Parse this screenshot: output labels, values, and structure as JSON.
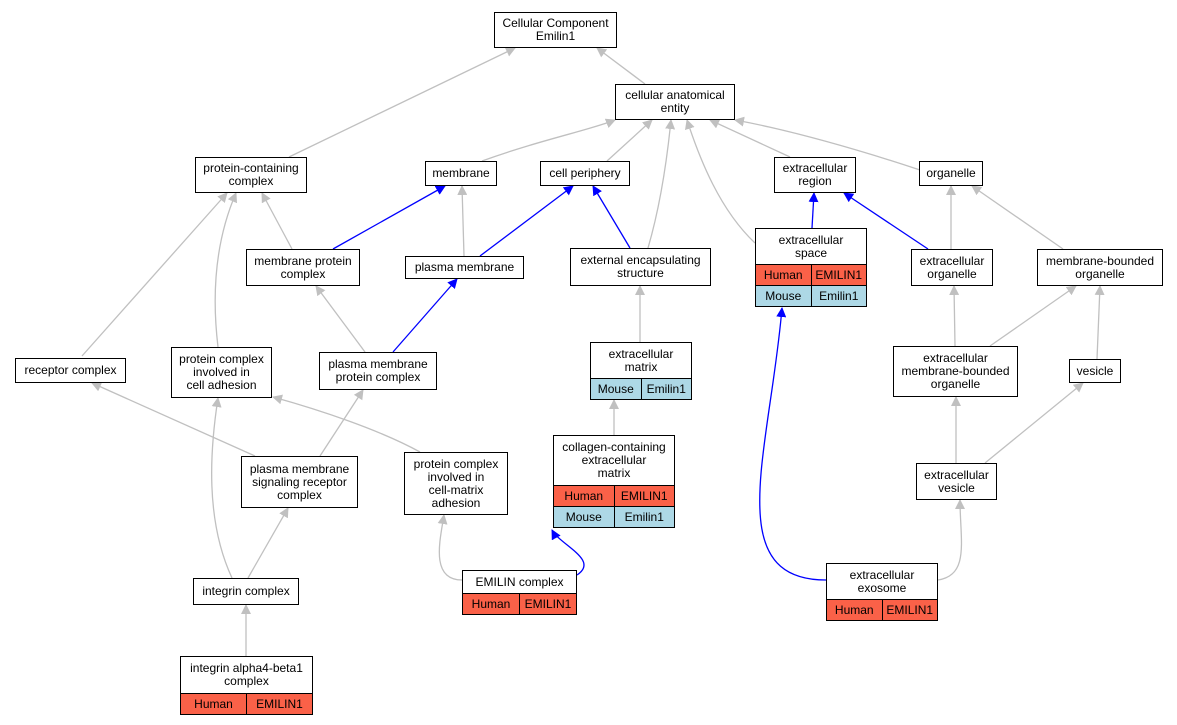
{
  "colors": {
    "human": "#fa6148",
    "mouse": "#add8e6",
    "edge_plain": "#c0c0c0",
    "edge_highlight": "#0000ff"
  },
  "nodes": {
    "root": {
      "label": "Cellular Component\nEmilin1"
    },
    "cellular_anatomical_entity": {
      "label": "cellular anatomical\nentity"
    },
    "protein_containing_complex": {
      "label": "protein-containing\ncomplex"
    },
    "membrane": {
      "label": "membrane"
    },
    "cell_periphery": {
      "label": "cell periphery"
    },
    "extracellular_region": {
      "label": "extracellular\nregion"
    },
    "organelle": {
      "label": "organelle"
    },
    "membrane_protein_complex": {
      "label": "membrane protein\ncomplex"
    },
    "plasma_membrane": {
      "label": "plasma membrane"
    },
    "external_encapsulating_structure": {
      "label": "external encapsulating\nstructure"
    },
    "extracellular_space": {
      "label": "extracellular\nspace",
      "rows": [
        {
          "species": "Human",
          "gene": "EMILIN1"
        },
        {
          "species": "Mouse",
          "gene": "Emilin1"
        }
      ]
    },
    "extracellular_organelle": {
      "label": "extracellular\norganelle"
    },
    "membrane_bounded_organelle": {
      "label": "membrane-bounded\norganelle"
    },
    "receptor_complex": {
      "label": "receptor complex"
    },
    "protein_complex_cell_adhesion": {
      "label": "protein complex\ninvolved in\ncell adhesion"
    },
    "plasma_membrane_protein_complex": {
      "label": "plasma membrane\nprotein complex"
    },
    "extracellular_matrix": {
      "label": "extracellular\nmatrix",
      "rows": [
        {
          "species": "Mouse",
          "gene": "Emilin1"
        }
      ]
    },
    "extracellular_membrane_bounded_organelle": {
      "label": "extracellular\nmembrane-bounded\norganelle"
    },
    "vesicle": {
      "label": "vesicle"
    },
    "collagen_containing_ecm": {
      "label": "collagen-containing\nextracellular\nmatrix",
      "rows": [
        {
          "species": "Human",
          "gene": "EMILIN1"
        },
        {
          "species": "Mouse",
          "gene": "Emilin1"
        }
      ]
    },
    "pm_signaling_receptor_complex": {
      "label": "plasma membrane\nsignaling receptor\ncomplex"
    },
    "protein_complex_cell_matrix_adhesion": {
      "label": "protein complex\ninvolved in\ncell-matrix\nadhesion"
    },
    "extracellular_vesicle": {
      "label": "extracellular\nvesicle"
    },
    "emilin_complex": {
      "label": "EMILIN complex",
      "rows": [
        {
          "species": "Human",
          "gene": "EMILIN1"
        }
      ]
    },
    "extracellular_exosome": {
      "label": "extracellular\nexosome",
      "rows": [
        {
          "species": "Human",
          "gene": "EMILIN1"
        }
      ]
    },
    "integrin_complex": {
      "label": "integrin complex"
    },
    "integrin_alpha4_beta1_complex": {
      "label": "integrin alpha4-beta1\ncomplex",
      "rows": [
        {
          "species": "Human",
          "gene": "EMILIN1"
        }
      ]
    }
  }
}
